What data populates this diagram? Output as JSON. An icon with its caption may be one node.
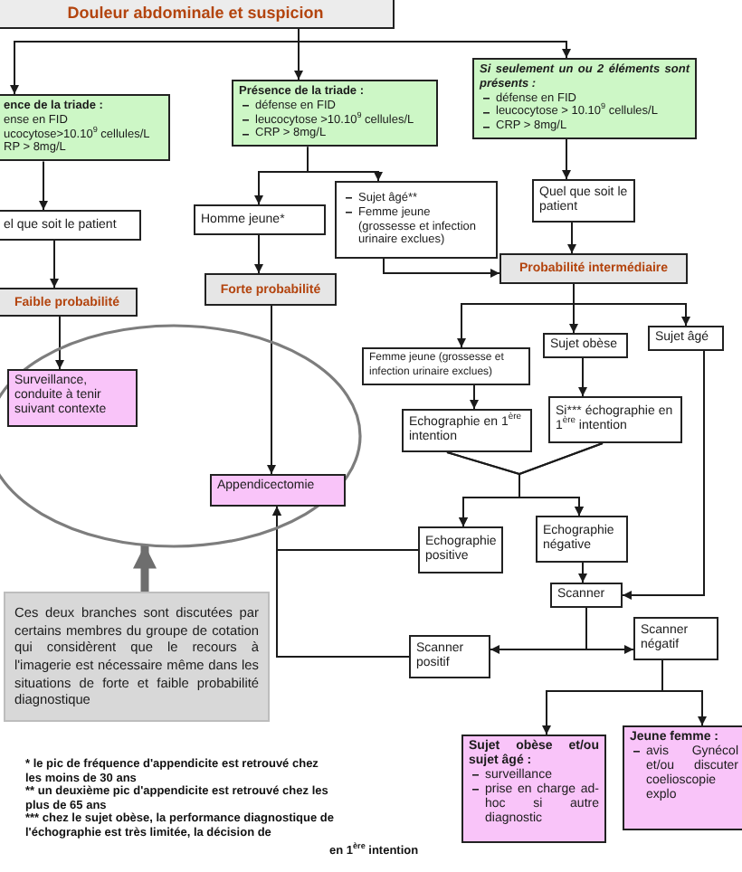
{
  "diagram": {
    "nodes": [
      {
        "text": [
          "Douleur abdominale et suspicion"
        ]
      },
      {
        "text": [
          "ence de la triade :",
          "ense en FID",
          "ucocytose>10.10$^{9}$ cellules/L",
          "RP > 8mg/L"
        ]
      },
      {
        "text": [
          "Présence de la triade :",
          "défense en FID",
          "leucocytose >10.10$^{9}$ cellules/L",
          "CRP > 8mg/L"
        ]
      },
      {
        "text": [
          "Si seulement un ou 2 éléments sont présents :",
          "défense en FID",
          "leucocytose > 10.10$^{9}$ cellules/L",
          "CRP > 8mg/L"
        ]
      },
      {
        "text": [
          "el que soit le patient"
        ]
      },
      {
        "text": [
          "Homme jeune*"
        ]
      },
      {
        "text": [
          "Sujet âgé**",
          "Femme jeune (grossesse et infection urinaire exclues)"
        ]
      },
      {
        "text": [
          "Quel que soit le patient"
        ]
      },
      {
        "text": [
          "Faible probabilité"
        ]
      },
      {
        "text": [
          "Forte probabilité"
        ]
      },
      {
        "text": [
          "Probabilité intermédiaire"
        ]
      },
      {
        "text": [],
        "shape": "ellipse"
      },
      {
        "text": [
          "Surveillance, conduite à tenir suivant contexte"
        ],
        "in": 11
      },
      {
        "text": [
          "Appendicectomie"
        ],
        "in": 11
      },
      {
        "text": [
          "Femme jeune (grossesse et infection urinaire exclues)"
        ]
      },
      {
        "text": [
          "Sujet obèse"
        ]
      },
      {
        "text": [
          "Sujet âgé"
        ]
      },
      {
        "text": [
          "Echographie en 1$^{ère}$ intention"
        ]
      },
      {
        "text": [
          "Si*** échographie en 1$^{ère}$ intention"
        ]
      },
      {
        "text": [
          "Echographie positive"
        ]
      },
      {
        "text": [
          "Echographie négative"
        ]
      },
      {
        "text": [
          "Scanner"
        ]
      },
      {
        "text": [
          "Scanner positif"
        ]
      },
      {
        "text": [
          "Scanner négatif"
        ]
      },
      {
        "text": [
          "Ces deux branches sont discutées par certains membres du groupe de cotation qui considèrent que le recours à l'imagerie est nécessaire même dans les situations de forte et faible probabilité diagnostique"
        ]
      },
      {
        "text": [
          "Sujet obèse et/ou sujet âgé :",
          "surveillance",
          "prise en charge ad-hoc si autre diagnostic"
        ]
      },
      {
        "text": [
          "Jeune femme :",
          "avis Gynécol et/ou discuter coelioscopie explo"
        ]
      }
    ],
    "edges": [
      {
        "from": 0,
        "to": 1,
        "arrow": "to"
      },
      {
        "from": 0,
        "to": 2,
        "arrow": "to"
      },
      {
        "from": 0,
        "to": 3,
        "arrow": "to"
      },
      {
        "from": 1,
        "to": 4,
        "arrow": "to"
      },
      {
        "from": 4,
        "to": 8,
        "arrow": "to"
      },
      {
        "from": 8,
        "to": 12,
        "arrow": "to"
      },
      {
        "from": 2,
        "to": 5,
        "arrow": "to"
      },
      {
        "from": 2,
        "to": 6,
        "arrow": "to"
      },
      {
        "from": 5,
        "to": 9,
        "arrow": "to"
      },
      {
        "from": 6,
        "to": 10,
        "arrow": "to"
      },
      {
        "from": 9,
        "to": 13,
        "arrow": "to"
      },
      {
        "from": 3,
        "to": 7,
        "arrow": "to"
      },
      {
        "from": 7,
        "to": 10,
        "arrow": "to"
      },
      {
        "from": 10,
        "to": 14,
        "arrow": "to"
      },
      {
        "from": 10,
        "to": 15,
        "arrow": "to"
      },
      {
        "from": 10,
        "to": 16,
        "arrow": "to"
      },
      {
        "from": 14,
        "to": 17,
        "arrow": "to"
      },
      {
        "from": 15,
        "to": 18,
        "arrow": "to"
      },
      {
        "from": 17,
        "to": 19,
        "arrow": "to"
      },
      {
        "from": 17,
        "to": 20,
        "arrow": "to"
      },
      {
        "from": 18,
        "to": 19,
        "arrow": "to"
      },
      {
        "from": 18,
        "to": 20,
        "arrow": "to"
      },
      {
        "from": 16,
        "to": 21,
        "arrow": "to"
      },
      {
        "from": 20,
        "to": 21,
        "arrow": "to"
      },
      {
        "from": 19,
        "to": 13,
        "arrow": "to"
      },
      {
        "from": 22,
        "to": 13,
        "arrow": "to"
      },
      {
        "from": 21,
        "to": 22,
        "arrow": "to"
      },
      {
        "from": 21,
        "to": 23,
        "arrow": "to"
      },
      {
        "from": 23,
        "to": 25,
        "arrow": "to"
      },
      {
        "from": 23,
        "to": 26,
        "arrow": "to"
      },
      {
        "from": 24,
        "to": 11,
        "arrow": "to",
        "style": "thick",
        "color": "#6e6e6e"
      }
    ],
    "labels": [
      "* le pic de fréquence d'appendicite est retrouvé chez les moins de 30 ans",
      "** un deuxième pic d'appendicite est retrouvé chez les plus de 65 ans",
      "*** chez le sujet obèse, la performance diagnostique de l'échographie est très limitée, la décision de",
      "en 1$^{ère}$ intention"
    ]
  }
}
